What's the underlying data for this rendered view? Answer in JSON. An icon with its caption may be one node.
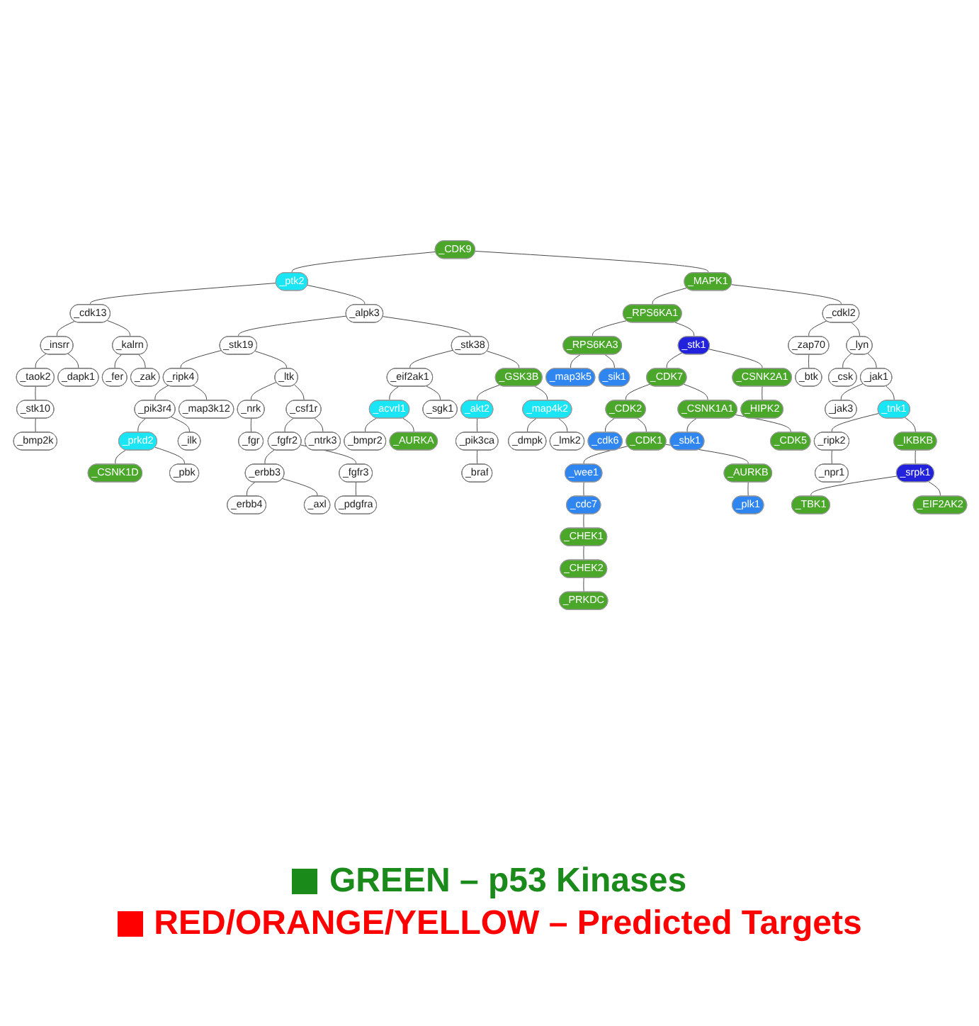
{
  "diagram": {
    "nodes": [
      {
        "text": [
          "_CDK9"
        ]
      },
      {
        "text": [
          "_ptk2"
        ]
      },
      {
        "text": [
          "_MAPK1"
        ]
      },
      {
        "text": [
          "_cdk13"
        ]
      },
      {
        "text": [
          "_alpk3"
        ]
      },
      {
        "text": [
          "_RPS6KA1"
        ]
      },
      {
        "text": [
          "_cdkl2"
        ]
      },
      {
        "text": [
          "_insrr"
        ]
      },
      {
        "text": [
          "_kalrn"
        ]
      },
      {
        "text": [
          "_stk19"
        ]
      },
      {
        "text": [
          "_stk38"
        ]
      },
      {
        "text": [
          "_RPS6KA3"
        ]
      },
      {
        "text": [
          "_stk1"
        ]
      },
      {
        "text": [
          "_zap70"
        ]
      },
      {
        "text": [
          "_lyn"
        ]
      },
      {
        "text": [
          "_taok2"
        ]
      },
      {
        "text": [
          "_dapk1"
        ]
      },
      {
        "text": [
          "_fer"
        ]
      },
      {
        "text": [
          "_zak"
        ]
      },
      {
        "text": [
          "_ripk4"
        ]
      },
      {
        "text": [
          "_ltk"
        ]
      },
      {
        "text": [
          "_eif2ak1"
        ]
      },
      {
        "text": [
          "_GSK3B"
        ]
      },
      {
        "text": [
          "_map3k5"
        ]
      },
      {
        "text": [
          "_sik1"
        ]
      },
      {
        "text": [
          "_CDK7"
        ]
      },
      {
        "text": [
          "_CSNK2A1"
        ]
      },
      {
        "text": [
          "_btk"
        ]
      },
      {
        "text": [
          "_csk"
        ]
      },
      {
        "text": [
          "_jak1"
        ]
      },
      {
        "text": [
          "_stk10"
        ]
      },
      {
        "text": [
          "_pik3r4"
        ]
      },
      {
        "text": [
          "_map3k12"
        ]
      },
      {
        "text": [
          "_nrk"
        ]
      },
      {
        "text": [
          "_csf1r"
        ]
      },
      {
        "text": [
          "_acvrl1"
        ]
      },
      {
        "text": [
          "_sgk1"
        ]
      },
      {
        "text": [
          "_akt2"
        ]
      },
      {
        "text": [
          "_map4k2"
        ]
      },
      {
        "text": [
          "_CDK2"
        ]
      },
      {
        "text": [
          "_CSNK1A1"
        ]
      },
      {
        "text": [
          "_HIPK2"
        ]
      },
      {
        "text": [
          "_jak3"
        ]
      },
      {
        "text": [
          "_tnk1"
        ]
      },
      {
        "text": [
          "_bmp2k"
        ]
      },
      {
        "text": [
          "_prkd2"
        ]
      },
      {
        "text": [
          "_ilk"
        ]
      },
      {
        "text": [
          "_fgr"
        ]
      },
      {
        "text": [
          "_fgfr2"
        ]
      },
      {
        "text": [
          "_ntrk3"
        ]
      },
      {
        "text": [
          "_bmpr2"
        ]
      },
      {
        "text": [
          "_AURKA"
        ]
      },
      {
        "text": [
          "_pik3ca"
        ]
      },
      {
        "text": [
          "_dmpk"
        ]
      },
      {
        "text": [
          "_lmk2"
        ]
      },
      {
        "text": [
          "_cdk6"
        ]
      },
      {
        "text": [
          "_CDK1"
        ]
      },
      {
        "text": [
          "_sbk1"
        ]
      },
      {
        "text": [
          "_CDK5"
        ]
      },
      {
        "text": [
          "_ripk2"
        ]
      },
      {
        "text": [
          "_IKBKB"
        ]
      },
      {
        "text": [
          "_CSNK1D"
        ]
      },
      {
        "text": [
          "_pbk"
        ]
      },
      {
        "text": [
          "_erbb3"
        ]
      },
      {
        "text": [
          "_fgfr3"
        ]
      },
      {
        "text": [
          "_braf"
        ]
      },
      {
        "text": [
          "_wee1"
        ]
      },
      {
        "text": [
          "_AURKB"
        ]
      },
      {
        "text": [
          "_npr1"
        ]
      },
      {
        "text": [
          "_srpk1"
        ]
      },
      {
        "text": [
          "_erbb4"
        ]
      },
      {
        "text": [
          "_axl"
        ]
      },
      {
        "text": [
          "_pdgfra"
        ]
      },
      {
        "text": [
          "_cdc7"
        ]
      },
      {
        "text": [
          "_plk1"
        ]
      },
      {
        "text": [
          "_TBK1"
        ]
      },
      {
        "text": [
          "_EIF2AK2"
        ]
      },
      {
        "text": [
          "_CHEK1"
        ]
      },
      {
        "text": [
          "_CHEK2"
        ]
      },
      {
        "text": [
          "_PRKDC"
        ]
      }
    ],
    "edges": [
      {
        "from": 0,
        "to": 1,
        "arrow": "none"
      },
      {
        "from": 0,
        "to": 2,
        "arrow": "none"
      },
      {
        "from": 1,
        "to": 3,
        "arrow": "none"
      },
      {
        "from": 1,
        "to": 4,
        "arrow": "none"
      },
      {
        "from": 2,
        "to": 5,
        "arrow": "none"
      },
      {
        "from": 2,
        "to": 6,
        "arrow": "none"
      },
      {
        "from": 3,
        "to": 7,
        "arrow": "none"
      },
      {
        "from": 3,
        "to": 8,
        "arrow": "none"
      },
      {
        "from": 4,
        "to": 9,
        "arrow": "none"
      },
      {
        "from": 4,
        "to": 10,
        "arrow": "none"
      },
      {
        "from": 5,
        "to": 11,
        "arrow": "none"
      },
      {
        "from": 5,
        "to": 12,
        "arrow": "none"
      },
      {
        "from": 6,
        "to": 13,
        "arrow": "none"
      },
      {
        "from": 6,
        "to": 14,
        "arrow": "none"
      },
      {
        "from": 7,
        "to": 15,
        "arrow": "none"
      },
      {
        "from": 7,
        "to": 16,
        "arrow": "none"
      },
      {
        "from": 8,
        "to": 17,
        "arrow": "none"
      },
      {
        "from": 8,
        "to": 18,
        "arrow": "none"
      },
      {
        "from": 9,
        "to": 19,
        "arrow": "none"
      },
      {
        "from": 9,
        "to": 20,
        "arrow": "none"
      },
      {
        "from": 10,
        "to": 21,
        "arrow": "none"
      },
      {
        "from": 10,
        "to": 22,
        "arrow": "none"
      },
      {
        "from": 11,
        "to": 23,
        "arrow": "none"
      },
      {
        "from": 11,
        "to": 24,
        "arrow": "none"
      },
      {
        "from": 12,
        "to": 25,
        "arrow": "none"
      },
      {
        "from": 12,
        "to": 26,
        "arrow": "none"
      },
      {
        "from": 13,
        "to": 27,
        "arrow": "none"
      },
      {
        "from": 14,
        "to": 28,
        "arrow": "none"
      },
      {
        "from": 14,
        "to": 29,
        "arrow": "none"
      },
      {
        "from": 15,
        "to": 30,
        "arrow": "none"
      },
      {
        "from": 19,
        "to": 31,
        "arrow": "none"
      },
      {
        "from": 19,
        "to": 32,
        "arrow": "none"
      },
      {
        "from": 20,
        "to": 33,
        "arrow": "none"
      },
      {
        "from": 20,
        "to": 34,
        "arrow": "none"
      },
      {
        "from": 21,
        "to": 35,
        "arrow": "none"
      },
      {
        "from": 21,
        "to": 36,
        "arrow": "none"
      },
      {
        "from": 22,
        "to": 37,
        "arrow": "none"
      },
      {
        "from": 22,
        "to": 38,
        "arrow": "none"
      },
      {
        "from": 25,
        "to": 39,
        "arrow": "none"
      },
      {
        "from": 25,
        "to": 40,
        "arrow": "none"
      },
      {
        "from": 26,
        "to": 41,
        "arrow": "none"
      },
      {
        "from": 29,
        "to": 42,
        "arrow": "none"
      },
      {
        "from": 29,
        "to": 43,
        "arrow": "none"
      },
      {
        "from": 30,
        "to": 44,
        "arrow": "none"
      },
      {
        "from": 31,
        "to": 45,
        "arrow": "none"
      },
      {
        "from": 31,
        "to": 46,
        "arrow": "none"
      },
      {
        "from": 33,
        "to": 47,
        "arrow": "none"
      },
      {
        "from": 34,
        "to": 48,
        "arrow": "none"
      },
      {
        "from": 34,
        "to": 49,
        "arrow": "none"
      },
      {
        "from": 35,
        "to": 50,
        "arrow": "none"
      },
      {
        "from": 35,
        "to": 51,
        "arrow": "none"
      },
      {
        "from": 37,
        "to": 52,
        "arrow": "none"
      },
      {
        "from": 38,
        "to": 53,
        "arrow": "none"
      },
      {
        "from": 38,
        "to": 54,
        "arrow": "none"
      },
      {
        "from": 39,
        "to": 55,
        "arrow": "none"
      },
      {
        "from": 39,
        "to": 56,
        "arrow": "none"
      },
      {
        "from": 40,
        "to": 57,
        "arrow": "none"
      },
      {
        "from": 40,
        "to": 58,
        "arrow": "none"
      },
      {
        "from": 43,
        "to": 59,
        "arrow": "none"
      },
      {
        "from": 43,
        "to": 60,
        "arrow": "none"
      },
      {
        "from": 45,
        "to": 61,
        "arrow": "none"
      },
      {
        "from": 45,
        "to": 62,
        "arrow": "none"
      },
      {
        "from": 48,
        "to": 63,
        "arrow": "none"
      },
      {
        "from": 48,
        "to": 64,
        "arrow": "none"
      },
      {
        "from": 52,
        "to": 65,
        "arrow": "none"
      },
      {
        "from": 56,
        "to": 66,
        "arrow": "none"
      },
      {
        "from": 56,
        "to": 67,
        "arrow": "none"
      },
      {
        "from": 59,
        "to": 68,
        "arrow": "none"
      },
      {
        "from": 60,
        "to": 69,
        "arrow": "none"
      },
      {
        "from": 63,
        "to": 70,
        "arrow": "none"
      },
      {
        "from": 63,
        "to": 71,
        "arrow": "none"
      },
      {
        "from": 64,
        "to": 72,
        "arrow": "none"
      },
      {
        "from": 66,
        "to": 73,
        "arrow": "none"
      },
      {
        "from": 67,
        "to": 74,
        "arrow": "none"
      },
      {
        "from": 69,
        "to": 75,
        "arrow": "none"
      },
      {
        "from": 69,
        "to": 76,
        "arrow": "none"
      },
      {
        "from": 73,
        "to": 77,
        "arrow": "none"
      },
      {
        "from": 77,
        "to": 78,
        "arrow": "none"
      },
      {
        "from": 78,
        "to": 79,
        "arrow": "none"
      }
    ],
    "legend": [
      {
        "text": "GREEN – p53 Kinases",
        "color": "#1a8a1a"
      },
      {
        "text": "RED/ORANGE/YELLOW – Predicted Targets",
        "color": "#ff0000"
      }
    ]
  }
}
